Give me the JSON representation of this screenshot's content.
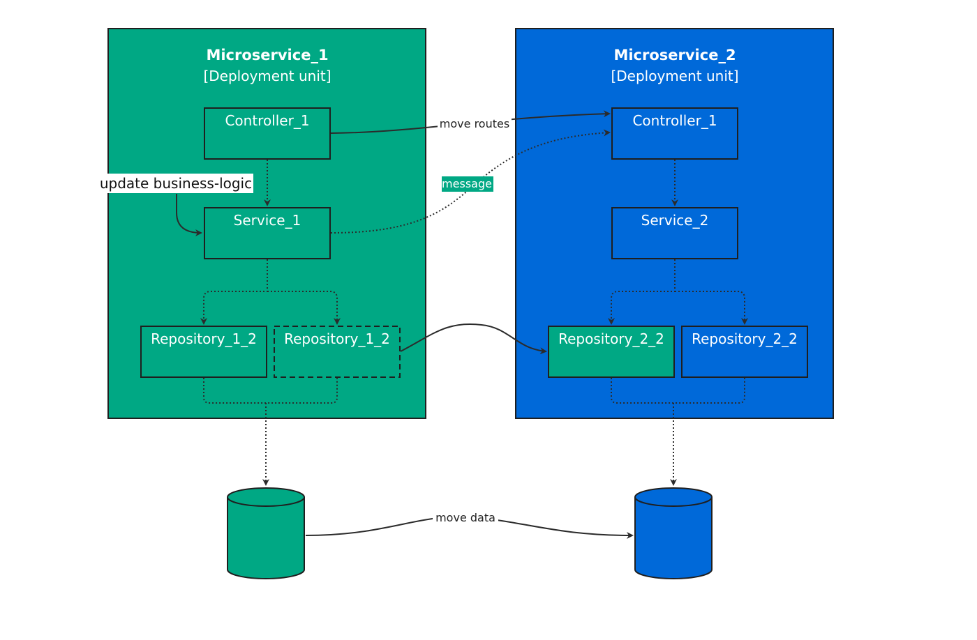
{
  "colors": {
    "green": "#00a884",
    "blue": "#0069d9",
    "stroke": "#1f1f1f",
    "arrow": "#2b2b2b"
  },
  "microservice_1": {
    "title": "Microservice_1",
    "subtitle": "[Deployment unit]",
    "controller": "Controller_1",
    "service": "Service_1",
    "repo_a": "Repository_1_2",
    "repo_b": "Repository_1_2"
  },
  "microservice_2": {
    "title": "Microservice_2",
    "subtitle": "[Deployment unit]",
    "controller": "Controller_1",
    "service": "Service_2",
    "repo_a": "Repository_2_2",
    "repo_b": "Repository_2_2"
  },
  "note": "update business-logic",
  "edges": {
    "move_routes": "move routes",
    "message": "message",
    "move_data": "move data"
  }
}
